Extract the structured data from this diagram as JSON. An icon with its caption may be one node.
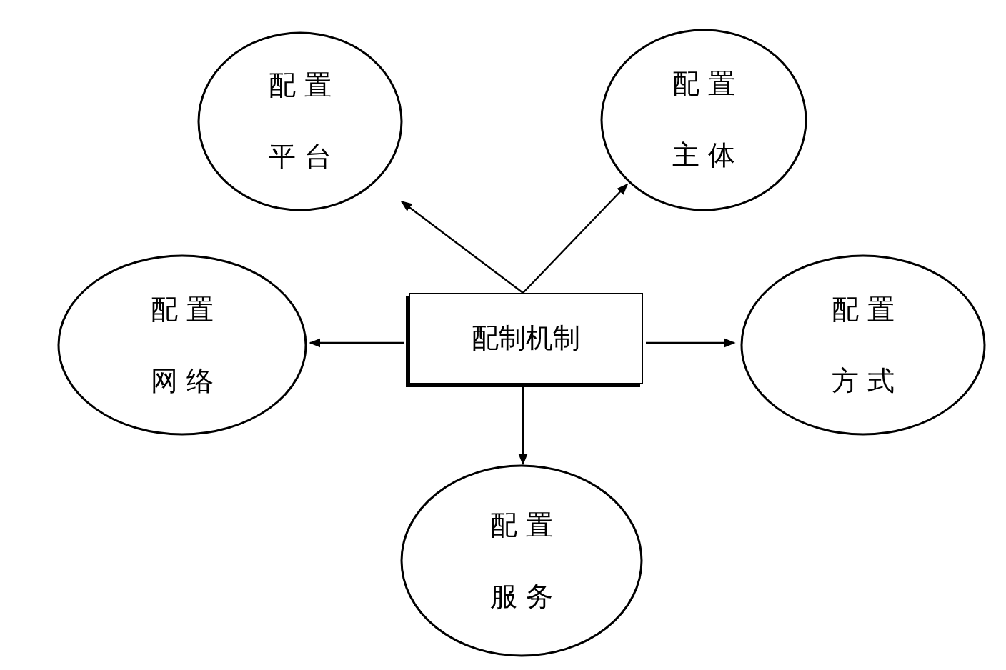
{
  "diagram": {
    "nodes": [
      {
        "text": [
          "配制机制"
        ]
      },
      {
        "text": [
          "配置平台"
        ]
      },
      {
        "text": [
          "配置主体"
        ]
      },
      {
        "text": [
          "配置网络"
        ]
      },
      {
        "text": [
          "配置方式"
        ]
      },
      {
        "text": [
          "配置服务"
        ]
      }
    ],
    "edges": [
      {
        "from": 0,
        "to": 1,
        "arrow": "to"
      },
      {
        "from": 0,
        "to": 2,
        "arrow": "to"
      },
      {
        "from": 0,
        "to": 3,
        "arrow": "to"
      },
      {
        "from": 0,
        "to": 4,
        "arrow": "to"
      },
      {
        "from": 0,
        "to": 5,
        "arrow": "to"
      }
    ]
  }
}
